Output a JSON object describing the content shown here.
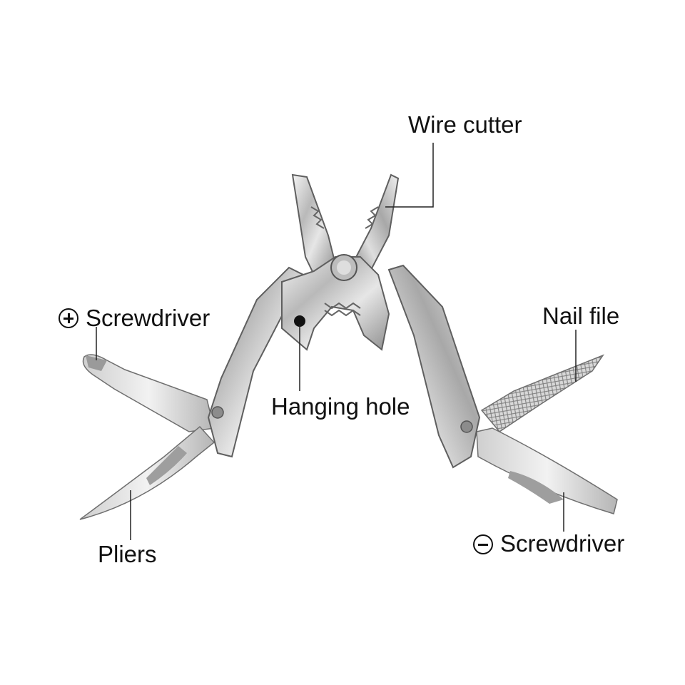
{
  "labels": {
    "wire_cutter": "Wire cutter",
    "phillips_screwdriver": "Screwdriver",
    "nail_file": "Nail file",
    "hanging_hole": "Hanging hole",
    "pliers": "Pliers",
    "flat_screwdriver": "Screwdriver"
  },
  "icons": {
    "phillips_symbol": "plus-circle-icon",
    "flat_symbol": "minus-circle-icon"
  },
  "colors": {
    "background": "#ffffff",
    "text": "#111111",
    "steel": "#c8c8c8"
  }
}
